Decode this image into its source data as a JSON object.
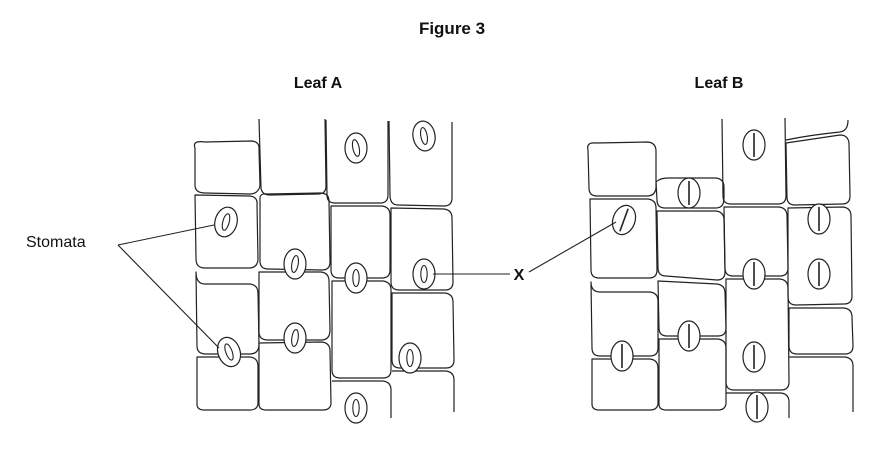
{
  "figure": {
    "title": "Figure 3",
    "leaf_a_label": "Leaf A",
    "leaf_b_label": "Leaf B",
    "stomata_label": "Stomata",
    "x_label": "X"
  },
  "leaf_a": {
    "stomata_state": "open",
    "stomata_count": 10
  },
  "leaf_b": {
    "stomata_state": "closed",
    "stomata_count": 10
  }
}
